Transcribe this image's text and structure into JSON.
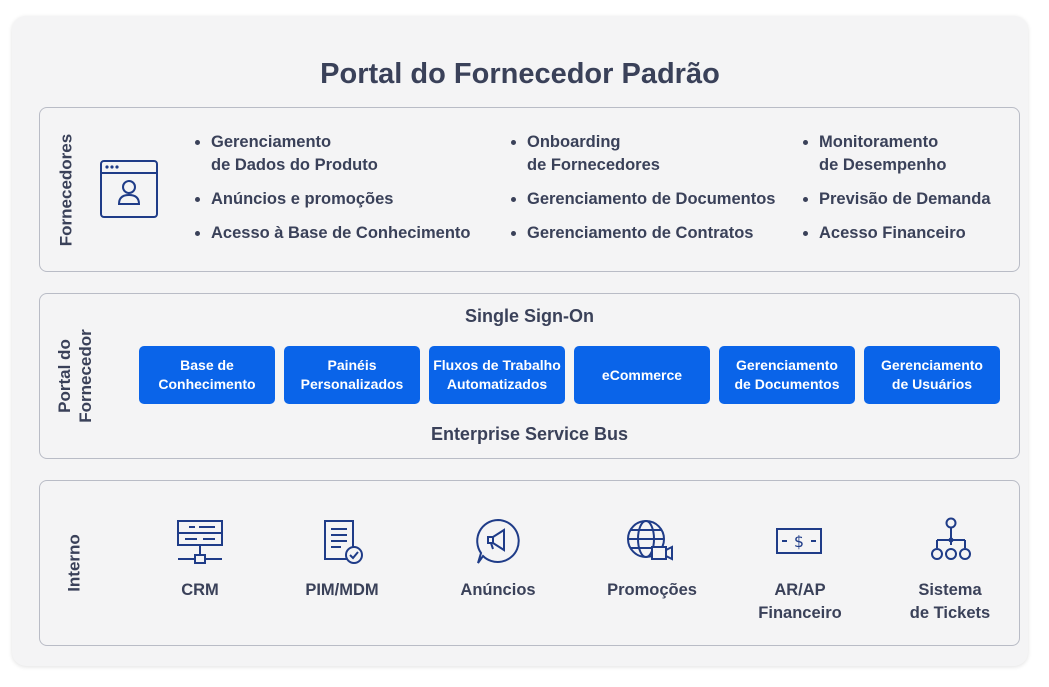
{
  "title": "Portal do Fornecedor Padrão",
  "colors": {
    "accent": "#0a64e9",
    "text": "#3a4159",
    "border": "#b9bcc6",
    "background": "#f4f4f5"
  },
  "fornecedores": {
    "label": "Fornecedores",
    "icon": "user-profile-window-icon",
    "columns": [
      {
        "items": [
          {
            "lines": [
              "Gerenciamento",
              "de Dados do Produto"
            ]
          },
          {
            "lines": [
              "Anúncios e promoções"
            ]
          },
          {
            "lines": [
              "Acesso à Base de Conhecimento"
            ]
          }
        ]
      },
      {
        "items": [
          {
            "lines": [
              "Onboarding",
              "de Fornecedores"
            ]
          },
          {
            "lines": [
              "Gerenciamento de Documentos"
            ]
          },
          {
            "lines": [
              "Gerenciamento de Contratos"
            ]
          }
        ]
      },
      {
        "items": [
          {
            "lines": [
              "Monitoramento",
              "de Desempenho"
            ]
          },
          {
            "lines": [
              "Previsão de Demanda"
            ]
          },
          {
            "lines": [
              "Acesso Financeiro"
            ]
          }
        ]
      }
    ]
  },
  "portal": {
    "label_line1": "Portal do",
    "label_line2": "Fornecedor",
    "top_label": "Single Sign-On",
    "bottom_label": "Enterprise Service Bus",
    "modules": [
      {
        "lines": [
          "Base de",
          "Conhecimento"
        ]
      },
      {
        "lines": [
          "Painéis",
          "Personalizados"
        ]
      },
      {
        "lines": [
          "Fluxos de Trabalho",
          "Automatizados"
        ]
      },
      {
        "lines": [
          "eCommerce"
        ]
      },
      {
        "lines": [
          "Gerenciamento",
          "de Documentos"
        ]
      },
      {
        "lines": [
          "Gerenciamento",
          "de Usuários"
        ]
      }
    ]
  },
  "interno": {
    "label": "Interno",
    "systems": [
      {
        "icon": "server-rack-icon",
        "lines": [
          "CRM"
        ]
      },
      {
        "icon": "document-check-icon",
        "lines": [
          "PIM/MDM"
        ]
      },
      {
        "icon": "megaphone-icon",
        "lines": [
          "Anúncios"
        ]
      },
      {
        "icon": "globe-video-icon",
        "lines": [
          "Promoções"
        ]
      },
      {
        "icon": "dollar-bill-icon",
        "lines": [
          "AR/AP",
          "Financeiro"
        ]
      },
      {
        "icon": "ticket-hierarchy-icon",
        "lines": [
          "Sistema",
          "de Tickets"
        ]
      }
    ]
  }
}
